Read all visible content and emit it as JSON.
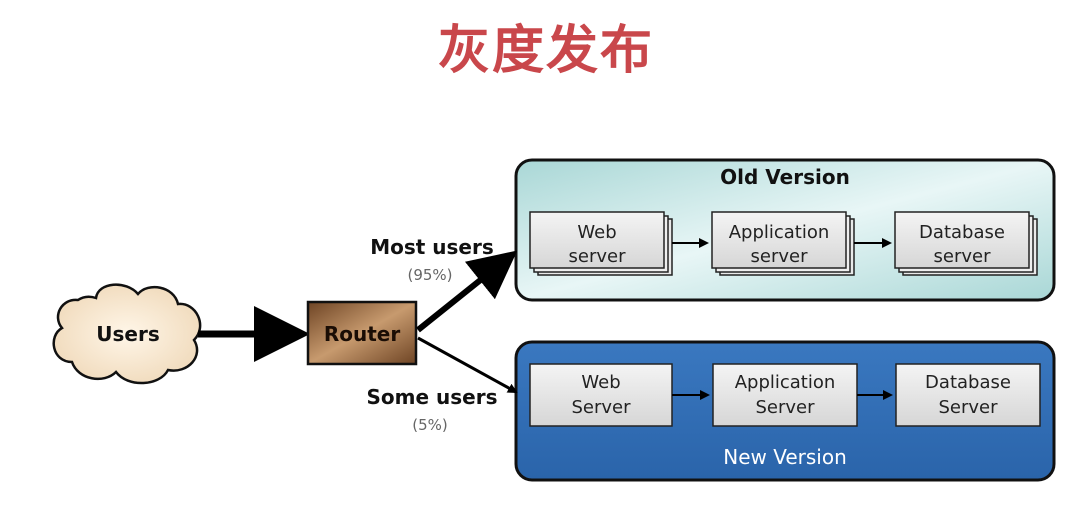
{
  "title": "灰度发布",
  "users": {
    "label": "Users"
  },
  "router": {
    "label": "Router"
  },
  "paths": {
    "most": {
      "label": "Most users",
      "share": "(95%)"
    },
    "some": {
      "label": "Some users",
      "share": "(5%)"
    }
  },
  "old_version": {
    "title": "Old Version",
    "web": {
      "line1": "Web",
      "line2": "server"
    },
    "app": {
      "line1": "Application",
      "line2": "server"
    },
    "db": {
      "line1": "Database",
      "line2": "server"
    }
  },
  "new_version": {
    "title": "New  Version",
    "web": {
      "line1": "Web",
      "line2": "Server"
    },
    "app": {
      "line1": "Application",
      "line2": "Server"
    },
    "db": {
      "line1": "Database",
      "line2": "Server"
    }
  },
  "colors": {
    "title": "#c9474b",
    "old_fill": "#b9e0df",
    "new_fill": "#2f6db5",
    "router_fill": "#8a5a36",
    "cloud_fill": "#f7e7cf"
  }
}
